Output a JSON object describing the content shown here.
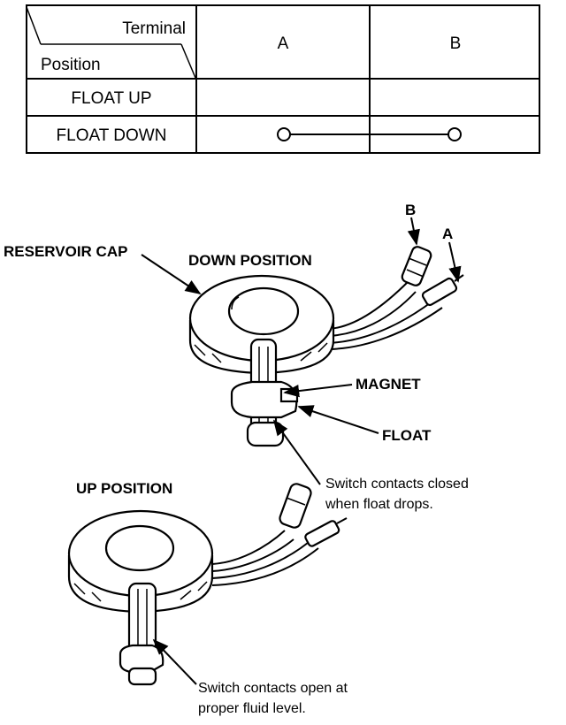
{
  "table": {
    "header_terminal": "Terminal",
    "header_position": "Position",
    "columns": [
      "A",
      "B"
    ],
    "rows": [
      {
        "position": "FLOAT UP",
        "continuity": false
      },
      {
        "position": "FLOAT DOWN",
        "continuity": true
      }
    ]
  },
  "labels": {
    "reservoir_cap": "RESERVOIR CAP",
    "down_position": "DOWN POSITION",
    "up_position": "UP POSITION",
    "magnet": "MAGNET",
    "float": "FLOAT",
    "terminal_b": "B",
    "terminal_a": "A"
  },
  "notes": {
    "closed_line1": "Switch contacts closed",
    "closed_line2": "when float drops.",
    "open_line1": "Switch contacts open at",
    "open_line2": "proper fluid level."
  }
}
